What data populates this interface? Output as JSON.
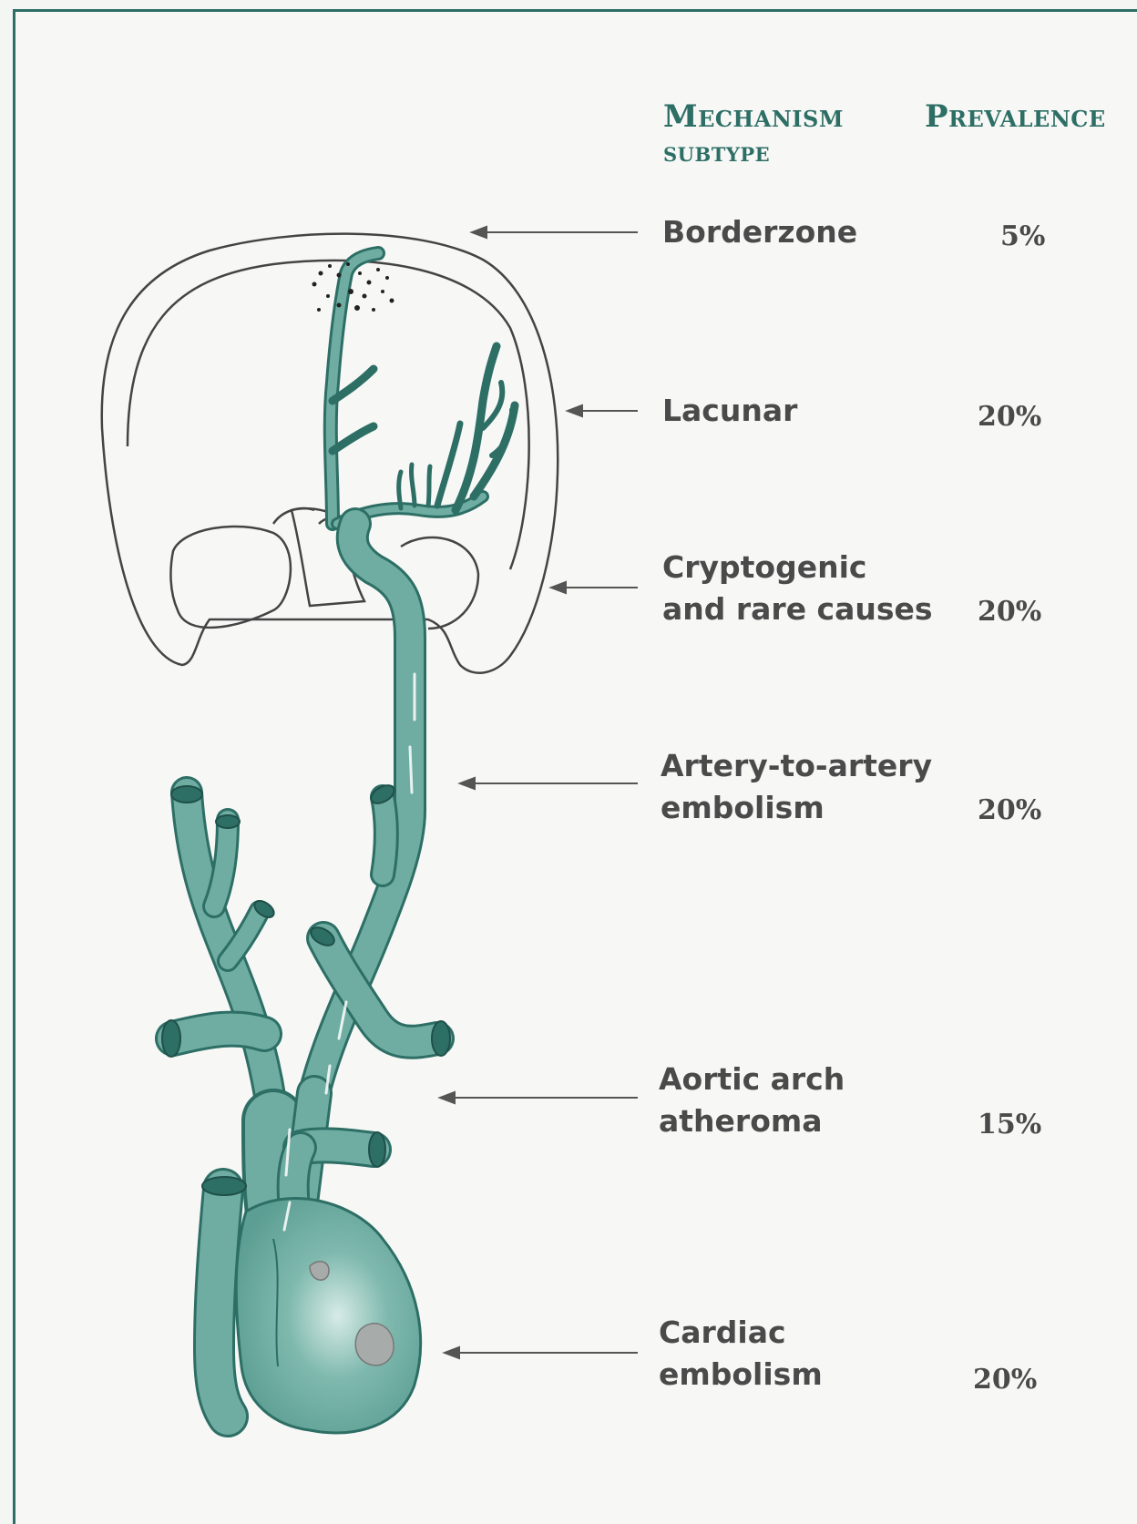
{
  "headers": {
    "mechanism_line1": "Mechanism",
    "mechanism_line2": "subtype",
    "prevalence": "Prevalence"
  },
  "rows": [
    {
      "line1": "Borderzone",
      "line2": "",
      "prevalence": "5%"
    },
    {
      "line1": "Lacunar",
      "line2": "",
      "prevalence": "20%"
    },
    {
      "line1": "Cryptogenic",
      "line2": "and rare causes",
      "prevalence": "20%"
    },
    {
      "line1": "Artery-to-artery",
      "line2": "embolism",
      "prevalence": "20%"
    },
    {
      "line1": "Aortic arch",
      "line2": "atheroma",
      "prevalence": "15%"
    },
    {
      "line1": "Cardiac",
      "line2": "embolism",
      "prevalence": "20%"
    }
  ],
  "colors": {
    "vessel": "#6fada3",
    "vessel_dark": "#2d6e65",
    "outline": "#444444",
    "text": "#4a4a4a"
  }
}
